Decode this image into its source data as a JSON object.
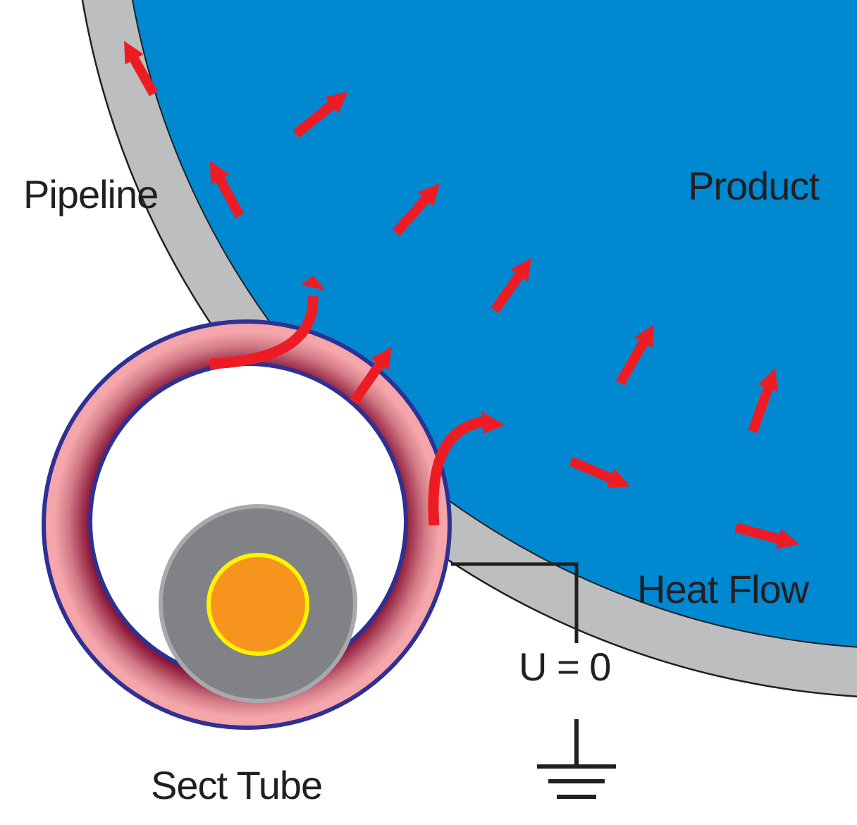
{
  "labels": {
    "pipeline": "Pipeline",
    "product": "Product",
    "heat_flow": "Heat Flow",
    "voltage": "U = 0",
    "sect_tube": "Sect Tube"
  },
  "colors": {
    "product": "#0089d0",
    "pipe_wall": "#bcbec0",
    "outline": "#231f20",
    "arrow": "#ed1c24",
    "tube_outline": "#2e3192",
    "tube_jacket_outer": "#f4a6ab",
    "tube_jacket_inner": "#8a1538",
    "heater_sheath": "#808285",
    "heater_sheath_edge": "#a7a9ac",
    "heater_core": "#f7941d",
    "heater_core_ring": "#fff200",
    "ground": "#231f20"
  }
}
